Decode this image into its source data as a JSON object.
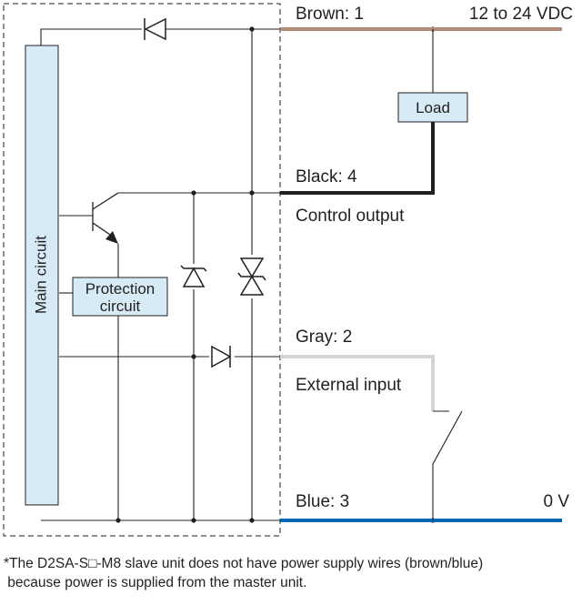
{
  "labels": {
    "brown": "Brown: 1",
    "supply": "12 to 24 VDC",
    "load": "Load",
    "black": "Black: 4",
    "control_output": "Control output",
    "main_circuit": "Main circuit",
    "protection_line1": "Protection",
    "protection_line2": "circuit",
    "gray": "Gray: 2",
    "external_input": "External input",
    "blue": "Blue: 3",
    "zero_v": "0 V"
  },
  "footnote": {
    "line1": "*The D2SA-S□-M8 slave unit does not have power supply wires (brown/blue)",
    "line2": " because power is supplied from the master unit."
  },
  "colors": {
    "brown_wire": "#b08a78",
    "black_wire": "#231f20",
    "gray_wire": "#d4d4d4",
    "blue_wire": "#0068b0",
    "box_fill": "#d6ebf6",
    "line": "#231f20"
  }
}
